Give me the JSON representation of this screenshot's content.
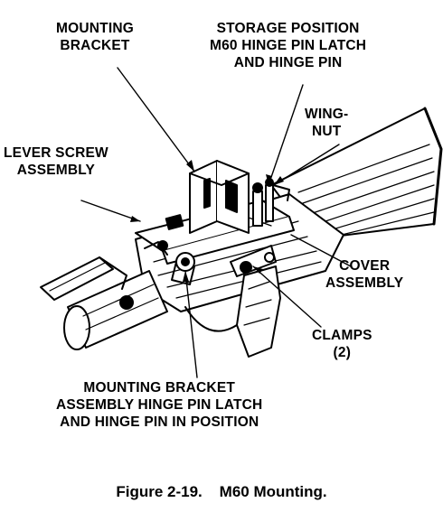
{
  "labels": {
    "mounting_bracket": [
      "MOUNTING",
      "BRACKET"
    ],
    "storage_position": [
      "STORAGE POSITION",
      "M60 HINGE PIN LATCH",
      "AND HINGE PIN"
    ],
    "wing_nut": [
      "WING-",
      "NUT"
    ],
    "lever_screw": [
      "LEVER SCREW",
      "ASSEMBLY"
    ],
    "cover_assembly": [
      "COVER",
      "ASSEMBLY"
    ],
    "clamps": [
      "CLAMPS",
      "(2)"
    ],
    "hinge_pin_in_position": [
      "MOUNTING BRACKET",
      "ASSEMBLY HINGE PIN LATCH",
      "AND HINGE PIN IN POSITION"
    ]
  },
  "caption": "Figure 2-19.    M60 Mounting."
}
